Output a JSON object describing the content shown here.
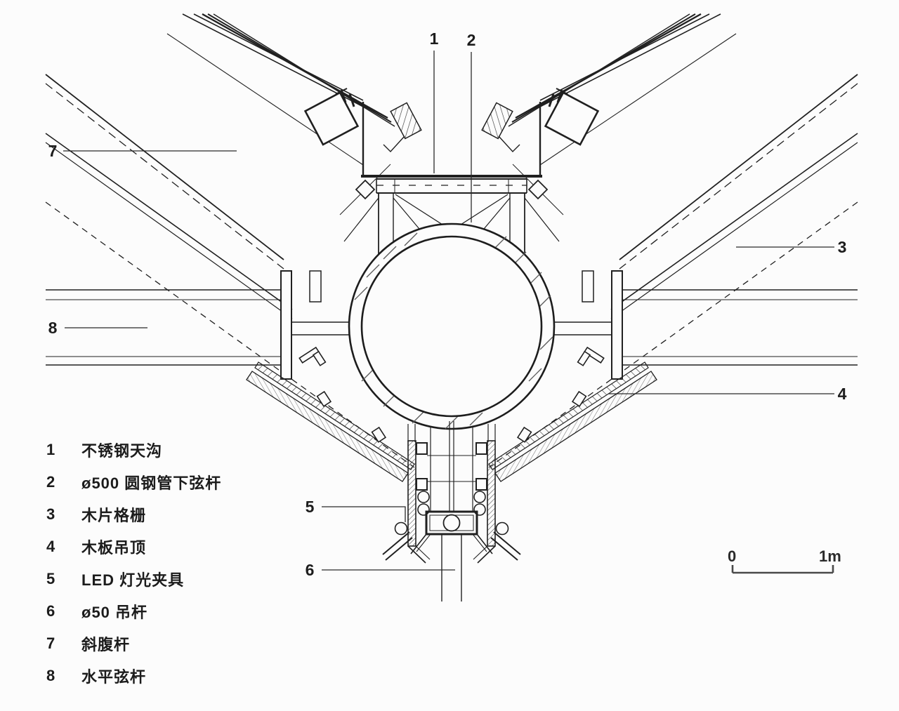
{
  "callouts": [
    "1",
    "2",
    "3",
    "4",
    "5",
    "6",
    "7",
    "8"
  ],
  "legend": {
    "items": [
      {
        "no": "1",
        "label": "不锈钢天沟"
      },
      {
        "no": "2",
        "label": "ø500 圆钢管下弦杆"
      },
      {
        "no": "3",
        "label": "木片格栅"
      },
      {
        "no": "4",
        "label": "木板吊顶"
      },
      {
        "no": "5",
        "label": "LED 灯光夹具"
      },
      {
        "no": "6",
        "label": "ø50 吊杆"
      },
      {
        "no": "7",
        "label": "斜腹杆"
      },
      {
        "no": "8",
        "label": "水平弦杆"
      }
    ]
  },
  "scale_bar": {
    "zero": "0",
    "one_m": "1m"
  },
  "colors": {
    "line": "#202020",
    "thin_line": "#4a4a4a",
    "background": "#fcfcfc"
  }
}
